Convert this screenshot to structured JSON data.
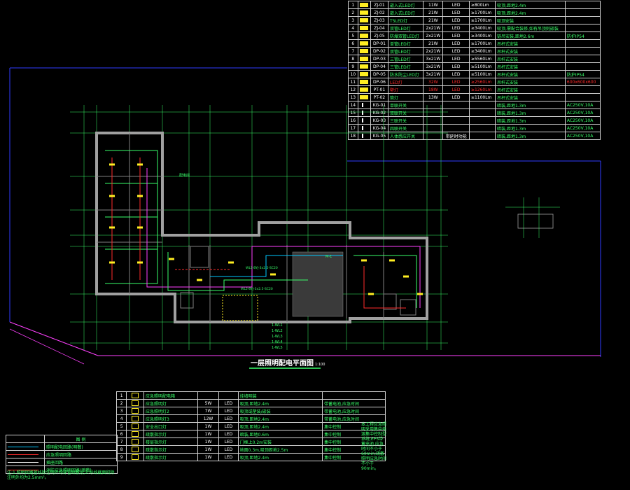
{
  "drawing": {
    "title": "一层照明配电平面图",
    "scale": "1:100"
  },
  "top_table": {
    "rows": [
      {
        "n": "1",
        "code": "ZJ-01",
        "name": "嵌入式LED灯",
        "power": "11W",
        "source": "LED",
        "flux": "≥800Lm",
        "install": "吸顶,距地2.4m",
        "note": ""
      },
      {
        "n": "2",
        "code": "ZJ-02",
        "name": "嵌入式LED灯",
        "power": "21W",
        "source": "LED",
        "flux": "≥1700Lm",
        "install": "吸顶,距地2.4m",
        "note": ""
      },
      {
        "n": "3",
        "code": "ZJ-03",
        "name": "T5LED灯",
        "power": "21W",
        "source": "LED",
        "flux": "≥1700Lm",
        "install": "吸顶安装",
        "note": ""
      },
      {
        "n": "4",
        "code": "ZJ-04",
        "name": "双管LED灯",
        "power": "2x21W",
        "source": "LED",
        "flux": "≥3400Lm",
        "install": "吸顶,需配合装修,如有吊顶则嵌装",
        "note": ""
      },
      {
        "n": "5",
        "code": "ZJ-05",
        "name": "防爆双管LED灯",
        "power": "2x21W",
        "source": "LED",
        "flux": "≥3400Lm",
        "install": "链吊安装,距地2.6m",
        "note": "防护IP54"
      },
      {
        "n": "6",
        "code": "DP-01",
        "name": "单管LED灯",
        "power": "21W",
        "source": "LED",
        "flux": "≥1700Lm",
        "install": "吊杆式安装",
        "note": ""
      },
      {
        "n": "7",
        "code": "DP-02",
        "name": "双管LED灯",
        "power": "2x21W",
        "source": "LED",
        "flux": "≥3400Lm",
        "install": "吊杆式安装",
        "note": ""
      },
      {
        "n": "8",
        "code": "DP-03",
        "name": "三管LED灯",
        "power": "3x21W",
        "source": "LED",
        "flux": "≥5560Lm",
        "install": "吊杆式安装",
        "note": ""
      },
      {
        "n": "9",
        "code": "DP-04",
        "name": "三管LED灯",
        "power": "3x21W",
        "source": "LED",
        "flux": "≥5100Lm",
        "install": "吊杆式安装",
        "note": ""
      },
      {
        "n": "10",
        "code": "DP-05",
        "name": "防水防尘LED灯",
        "power": "3x21W",
        "source": "LED",
        "flux": "≥5100Lm",
        "install": "吊杆式安装",
        "note": "防护IP54"
      },
      {
        "n": "11",
        "code": "DP-06",
        "name": "LED灯",
        "power": "32W",
        "source": "LED",
        "flux": "≥2560Lm",
        "install": "吊杆式安装",
        "note": "600x600x600"
      },
      {
        "n": "12",
        "code": "PT-01",
        "name": "壁灯",
        "power": "18W",
        "source": "LED",
        "flux": "≥1260Lm",
        "install": "吊杆式安装",
        "note": ""
      },
      {
        "n": "13",
        "code": "PT-02",
        "name": "筒灯",
        "power": "13W",
        "source": "LED",
        "flux": "≥1100Lm",
        "install": "吊杆式安装",
        "note": ""
      },
      {
        "n": "14",
        "code": "KG-01",
        "name": "单联开关",
        "power": "",
        "source": "",
        "flux": "",
        "install": "暗装,距地1.3m",
        "note": "AC250V,10A"
      },
      {
        "n": "15",
        "code": "KG-02",
        "name": "双联开关",
        "power": "",
        "source": "",
        "flux": "",
        "install": "暗装,距地1.3m",
        "note": "AC250V,10A"
      },
      {
        "n": "16",
        "code": "KG-03",
        "name": "三联开关",
        "power": "",
        "source": "",
        "flux": "",
        "install": "暗装,距地1.3m",
        "note": "AC250V,10A"
      },
      {
        "n": "17",
        "code": "KG-04",
        "name": "四联开关",
        "power": "",
        "source": "",
        "flux": "",
        "install": "暗装,距地1.3m",
        "note": "AC250V,10A"
      },
      {
        "n": "18",
        "code": "KG-05",
        "name": "人体感应开关",
        "power": "",
        "source": "带延时功能",
        "flux": "",
        "install": "暗装,距地1.3m",
        "note": "AC250V,10A"
      }
    ]
  },
  "bottom_table": {
    "rows": [
      {
        "n": "1",
        "name": "应急照明配电箱",
        "power": "",
        "source": "",
        "install": "挂墙明装",
        "note": ""
      },
      {
        "n": "2",
        "name": "应急照明灯",
        "power": "5W",
        "source": "LED",
        "install": "吸顶,距地2.4m",
        "note": "带蓄电池,应急时间"
      },
      {
        "n": "3",
        "name": "应急照明灯2",
        "power": "7W",
        "source": "LED",
        "install": "吸顶或壁装/嵌装",
        "note": "带蓄电池,应急时间"
      },
      {
        "n": "4",
        "name": "应急照明灯3",
        "power": "12W",
        "source": "LED",
        "install": "吸顶,距地2.4m",
        "note": "带蓄电池,应急时间"
      },
      {
        "n": "5",
        "name": "安全出口灯",
        "power": "1W",
        "source": "LED",
        "install": "吸顶,距地2.4m",
        "note": "集中控制"
      },
      {
        "n": "6",
        "name": "疏散指示灯",
        "power": "1W",
        "source": "LED",
        "install": "暗装,距地0.6m",
        "note": "集中控制"
      },
      {
        "n": "7",
        "name": "楼层指示灯",
        "power": "1W",
        "source": "LED",
        "install": "门框上0.2m安装",
        "note": "集中控制"
      },
      {
        "n": "8",
        "name": "疏散指示灯",
        "power": "1W",
        "source": "LED",
        "install": "地面0.3m,吸顶距地2.5m",
        "note": "集中控制"
      },
      {
        "n": "9",
        "name": "疏散指示灯",
        "power": "1W",
        "source": "LED",
        "install": "吸顶,距地2.4m",
        "note": "集中控制"
      }
    ],
    "side_note": "本工程应急照明采用集中电源集中控制型系统,EPS带蓄电池,应急时间不小于60min;疏散照明应急时间不小于90min。"
  },
  "left_legend": {
    "header": "图 例",
    "rows": [
      {
        "label": "照明配电回路(明敷)",
        "color": "#00c8ff"
      },
      {
        "label": "应急照明回路",
        "color": "#ff2b2b"
      },
      {
        "label": "插座回路",
        "color": "#ffffff"
      },
      {
        "label": "消防应急照明回路(暗敷)",
        "color": "#ff2b2b"
      }
    ],
    "note": "注:1.照明回路管线除注明外均穿管暗敷设,2.导线截面积除注明外均为2.5mm²。"
  },
  "plan_labels": {
    "room_a": "配电间",
    "room_b": "M-1",
    "cable_1": "WL1-BYJ-3x2.5-SC20",
    "cable_2": "WL2-BYJ-3x2.5-SC20",
    "circuits": [
      "1-WL1",
      "1-WL2",
      "1-WL3",
      "1-WL4",
      "1-WL5"
    ]
  },
  "colors": {
    "wall": "#a0a0a0",
    "green": "#39ff6a",
    "red": "#ff2b2b",
    "magenta": "#ff40ff",
    "blue": "#2f3cff",
    "cyan": "#00c8ff",
    "yellow": "#ffee22"
  }
}
